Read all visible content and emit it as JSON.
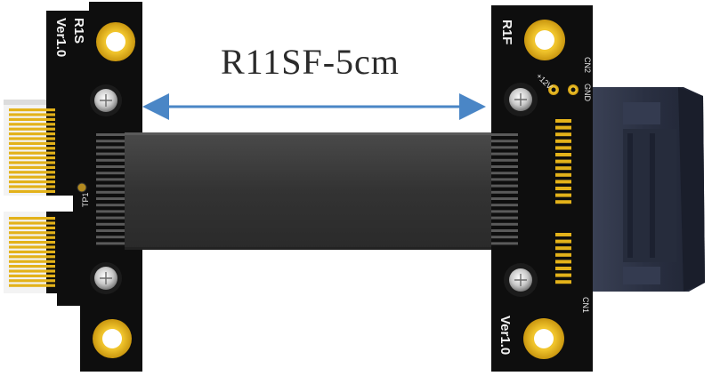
{
  "title": "R11SF-5cm",
  "left_board": {
    "name": "R1S",
    "version": "Ver1.0",
    "testpoint": "TP1"
  },
  "right_board": {
    "name": "R1F",
    "version": "Ver1.0",
    "connector_label_top": "CN2",
    "gnd_label": "GND",
    "connector_label_bottom": "CN1",
    "voltage_label": "+12V"
  },
  "colors": {
    "pcb": "#0d0d0d",
    "gold": "#e3b21a",
    "cable": "#3a3a3a",
    "arrow": "#4a86c6",
    "slot": "#2f3547"
  }
}
